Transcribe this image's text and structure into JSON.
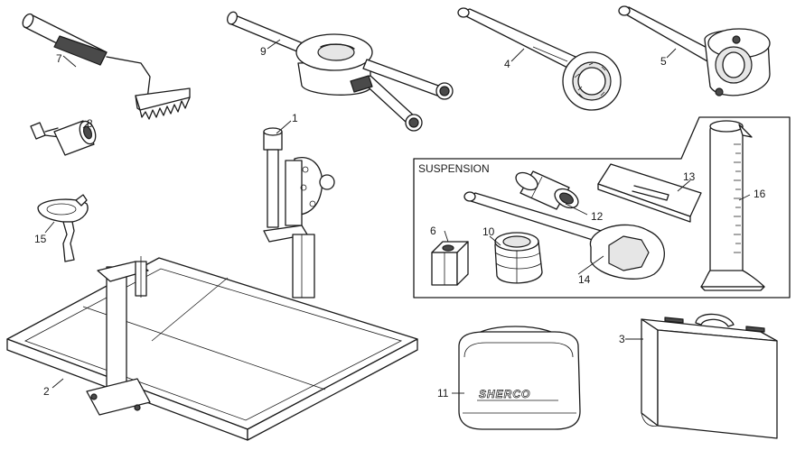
{
  "diagram": {
    "section_label": "SUSPENSION",
    "brand_text": "SHERCO",
    "callouts": {
      "c1": "1",
      "c2": "2",
      "c3": "3",
      "c4": "4",
      "c5": "5",
      "c6": "6",
      "c7": "7",
      "c8": "8",
      "c9": "9",
      "c10": "10",
      "c11": "11",
      "c12": "12",
      "c13": "13",
      "c14": "14",
      "c15": "15",
      "c16": "16"
    }
  }
}
